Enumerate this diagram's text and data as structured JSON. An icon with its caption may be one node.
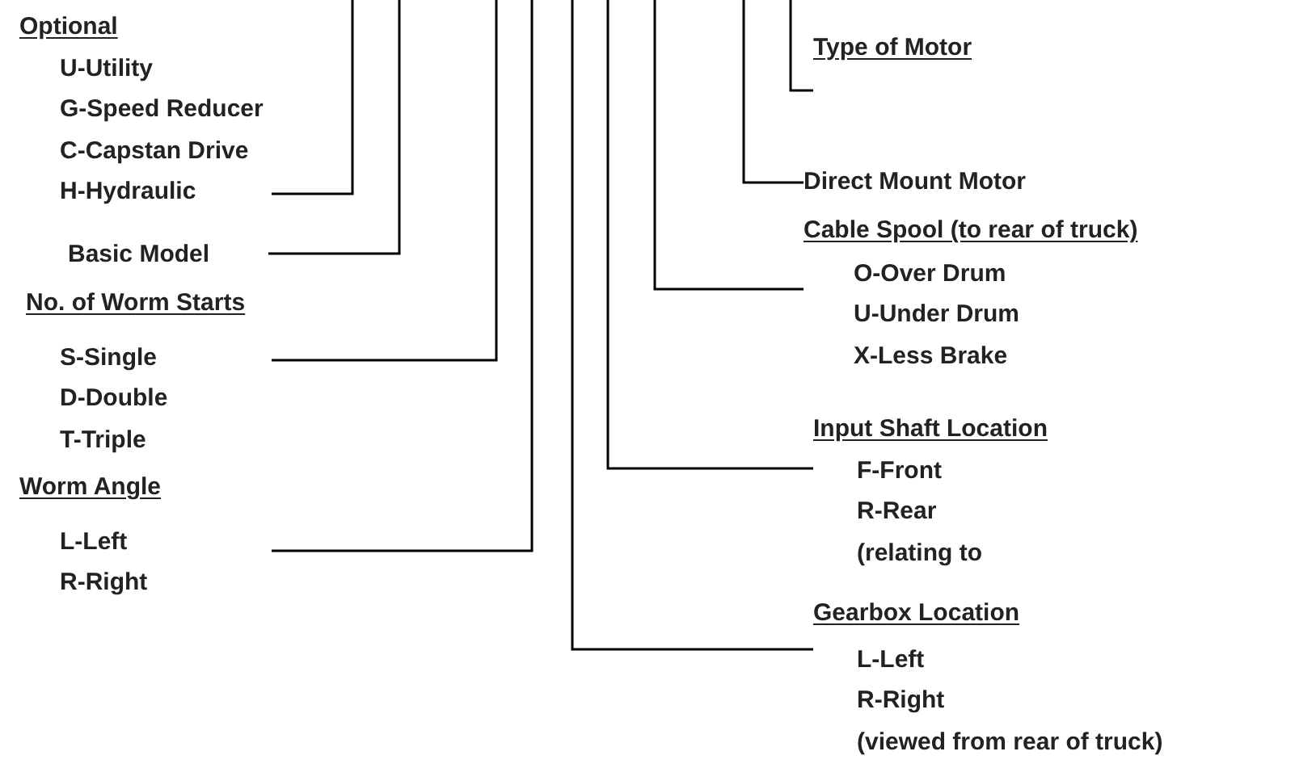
{
  "diagram": {
    "nodes": [
      {
        "text": [
          "Optional",
          "U-Utility",
          "G-Speed Reducer",
          "C-Capstan Drive",
          "H-Hydraulic"
        ]
      },
      {
        "text": [
          "Basic Model"
        ]
      },
      {
        "text": [
          "No. of Worm Starts",
          "S-Single",
          "D-Double",
          "T-Triple"
        ]
      },
      {
        "text": [
          "Worm Angle",
          "L-Left",
          "R-Right"
        ]
      },
      {
        "text": [
          "Type of Motor"
        ]
      },
      {
        "text": [
          "Direct Mount Motor"
        ]
      },
      {
        "text": [
          "Cable Spool (to rear of truck)",
          "O-Over Drum",
          "U-Under Drum",
          "X-Less Brake"
        ]
      },
      {
        "text": [
          "Input Shaft Location",
          "F-Front",
          "R-Rear",
          "(relating to"
        ]
      },
      {
        "text": [
          "Gearbox Location",
          "L-Left",
          "R-Right",
          "(viewed from rear of truck)"
        ]
      }
    ],
    "edges": [
      {
        "from": null,
        "to": 0,
        "arrow": "none"
      },
      {
        "from": null,
        "to": 1,
        "arrow": "none"
      },
      {
        "from": null,
        "to": 2,
        "arrow": "none"
      },
      {
        "from": null,
        "to": 3,
        "arrow": "none"
      },
      {
        "from": null,
        "to": 4,
        "arrow": "none"
      },
      {
        "from": null,
        "to": 5,
        "arrow": "none"
      },
      {
        "from": null,
        "to": 6,
        "arrow": "none"
      },
      {
        "from": null,
        "to": 7,
        "arrow": "none"
      },
      {
        "from": null,
        "to": 8,
        "arrow": "none"
      }
    ]
  }
}
